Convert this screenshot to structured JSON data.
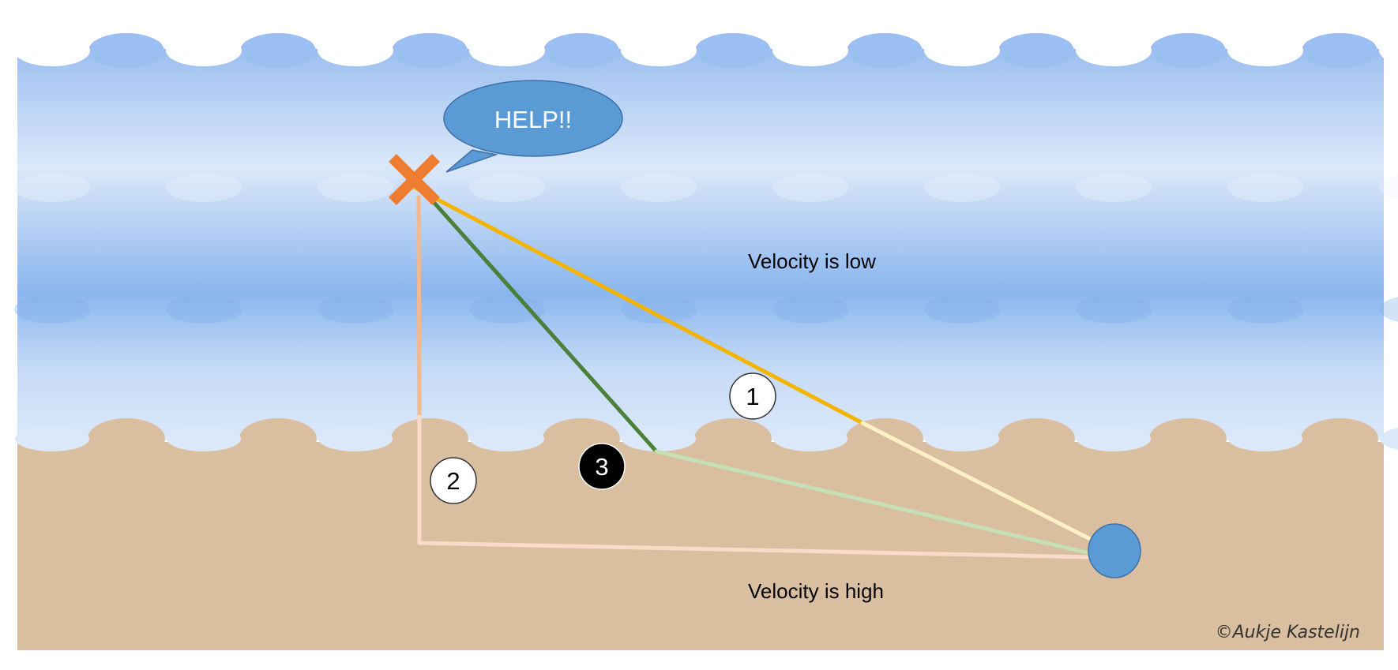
{
  "diagram": {
    "speech_bubble": {
      "text": "HELP!!"
    },
    "labels": {
      "water": "Velocity is low",
      "sand": "Velocity is high"
    },
    "route_markers": [
      {
        "id": "route-1",
        "label": "1",
        "style": "outlined"
      },
      {
        "id": "route-2",
        "label": "2",
        "style": "outlined"
      },
      {
        "id": "route-3",
        "label": "3",
        "style": "filled"
      }
    ],
    "credit": "©Aukje Kastelijn"
  },
  "colors": {
    "water_top": "#9bbff0",
    "water_light": "#dbe8fa",
    "water_mid": "#8ab6ee",
    "sand": "#d9bf9f",
    "swimmer_x": "#ef7d31",
    "route_1_water": "#f5b400",
    "route_1_sand": "#fdf0c4",
    "route_2_water": "#f3b88c",
    "route_2_sand": "#fbdbc7",
    "route_3_water": "#4c7f3a",
    "route_3_sand": "#c5e0b4",
    "bubble_fill": "#5b9bd5",
    "bubble_stroke": "#3f6fa8",
    "lifeguard": "#5b9bd5"
  }
}
